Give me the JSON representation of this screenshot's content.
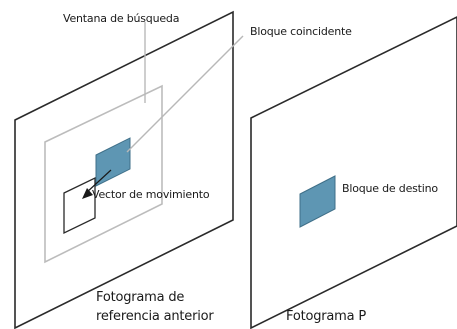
{
  "labels": {
    "search_window": "Ventana de búsqueda",
    "matching_block": "Bloque coincidente",
    "motion_vector": "Vector de movimiento",
    "target_block": "Bloque de destino",
    "ref_frame_line1": "Fotograma de",
    "ref_frame_line2": "referencia anterior",
    "p_frame": "Fotograma P"
  },
  "colors": {
    "frame_stroke": "#2a2a2a",
    "search_window_stroke": "#bcbcbc",
    "block_fill": "#5e96b3",
    "leader_line": "#b8b8b8"
  }
}
